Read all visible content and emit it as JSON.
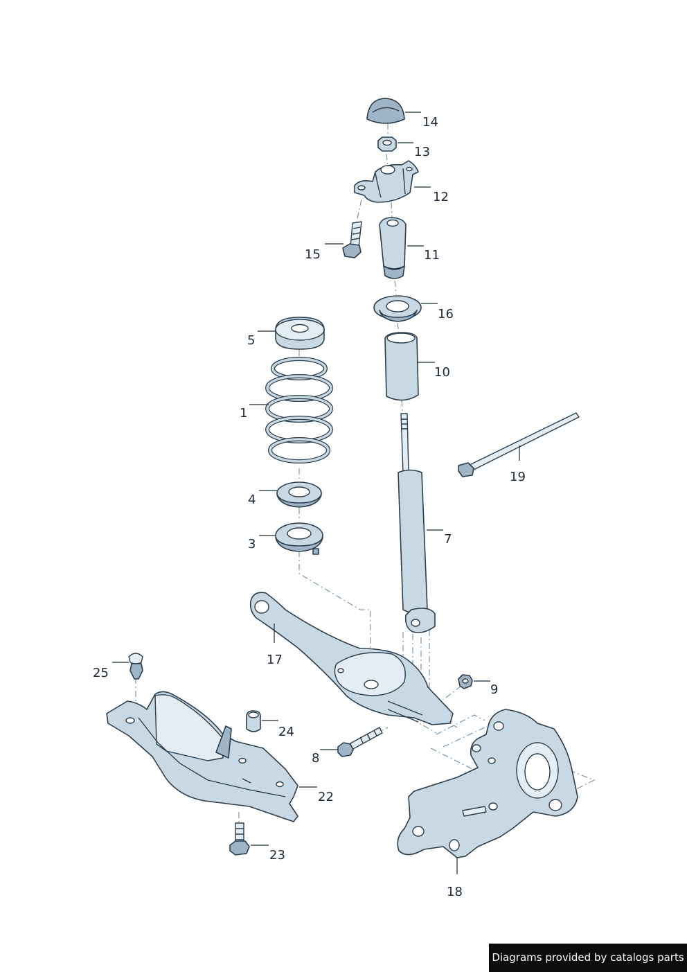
{
  "parts": [
    {
      "id": "p1",
      "label": "1"
    },
    {
      "id": "p3",
      "label": "3"
    },
    {
      "id": "p4",
      "label": "4"
    },
    {
      "id": "p5",
      "label": "5"
    },
    {
      "id": "p7",
      "label": "7"
    },
    {
      "id": "p8",
      "label": "8"
    },
    {
      "id": "p9",
      "label": "9"
    },
    {
      "id": "p10",
      "label": "10"
    },
    {
      "id": "p11",
      "label": "11"
    },
    {
      "id": "p12",
      "label": "12"
    },
    {
      "id": "p13",
      "label": "13"
    },
    {
      "id": "p14",
      "label": "14"
    },
    {
      "id": "p15",
      "label": "15"
    },
    {
      "id": "p16",
      "label": "16"
    },
    {
      "id": "p17",
      "label": "17"
    },
    {
      "id": "p18",
      "label": "18"
    },
    {
      "id": "p19",
      "label": "19"
    },
    {
      "id": "p22",
      "label": "22"
    },
    {
      "id": "p23",
      "label": "23"
    },
    {
      "id": "p24",
      "label": "24"
    },
    {
      "id": "p25",
      "label": "25"
    }
  ],
  "credit": "Diagrams provided by catalogs parts",
  "colors": {
    "part_fill": "#c9d9e4",
    "outline": "#2b3d4c",
    "guide": "#6d8ea3",
    "credit_bg": "#0c0c0c"
  }
}
